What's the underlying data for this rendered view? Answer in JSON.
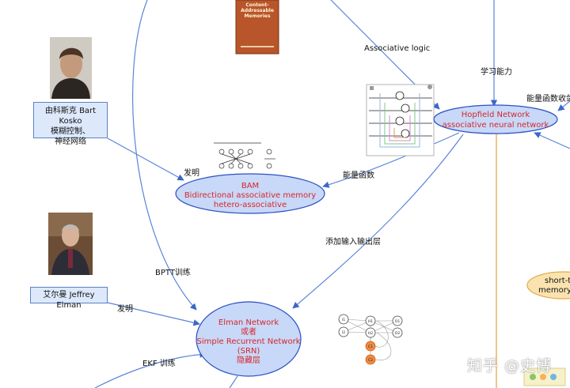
{
  "book": {
    "title": "Content-Addressable Memories"
  },
  "people": {
    "kosko": {
      "name": "由科斯克 Bart Kosko",
      "role": "模糊控制、",
      "field": "神经网络"
    },
    "elman": {
      "name": "艾尔曼 Jeffrey Elman"
    }
  },
  "nodes": {
    "hopfield": {
      "line1": "Hopfield Network",
      "line2": "associative neural network"
    },
    "bam": {
      "line1": "BAM",
      "line2": "Bidirectional associative memory",
      "line3": "hetero-associative"
    },
    "elman": {
      "line1": "Elman Network",
      "line2": "或者",
      "line3": "Simple Recurrent Network",
      "line4": "(SRN)",
      "line5": "隐藏层"
    },
    "lstm": {
      "line1": "short-te",
      "line2": "memory ("
    }
  },
  "edge_labels": {
    "associative_logic": "Associative logic",
    "learning": "学习能力",
    "energy_convergence": "能量函数收敛",
    "energy_function": "能量函数",
    "invented_bam": "发明",
    "add_io_layer": "添加输入输出层",
    "bptt": "BPTT训练",
    "invented_elman": "发明",
    "ekf": "EKF 训练"
  },
  "srn_diagram": {
    "nodes": [
      "I1",
      "I2",
      "H1",
      "H2",
      "O1",
      "O2",
      "C1",
      "C2"
    ]
  },
  "watermark": "知乎 @史博",
  "colors": {
    "node_fill": "#c7d8f8",
    "node_border": "#2b4fc4",
    "node_text": "#d8262a",
    "edge": "#5a85d8",
    "orange_line": "#f0b063",
    "lstm_fill": "#fbe3b0"
  }
}
